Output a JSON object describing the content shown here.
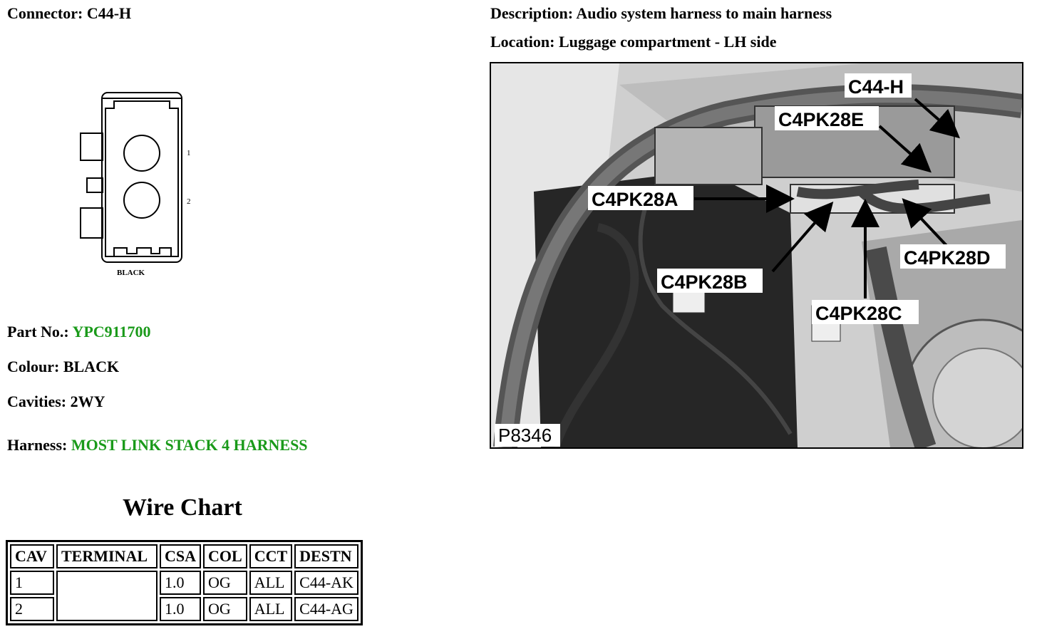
{
  "connector": {
    "label": "Connector:",
    "value": "C44-H"
  },
  "description": {
    "label": "Description:",
    "value": "Audio system harness to main harness"
  },
  "location": {
    "label": "Location:",
    "value": "Luggage compartment - LH side"
  },
  "diagram": {
    "color_label": "BLACK",
    "cavity_labels": [
      "1",
      "2"
    ]
  },
  "part": {
    "label": "Part No.:",
    "value": "YPC911700"
  },
  "colour": {
    "label": "Colour:",
    "value": "BLACK"
  },
  "cavities": {
    "label": "Cavities:",
    "value": "2WY"
  },
  "harness": {
    "label": "Harness:",
    "value": "MOST LINK STACK 4 HARNESS"
  },
  "colors": {
    "accent_green": "#1a9a1a"
  },
  "wire_chart": {
    "title": "Wire Chart",
    "headers": [
      "CAV",
      "TERMINAL",
      "CSA",
      "COL",
      "CCT",
      "DESTN"
    ],
    "rows": [
      {
        "cav": "1",
        "terminal": "",
        "csa": "1.0",
        "col": "OG",
        "cct": "ALL",
        "destn": "C44-AK"
      },
      {
        "cav": "2",
        "terminal": "",
        "csa": "1.0",
        "col": "OG",
        "cct": "ALL",
        "destn": "C44-AG"
      }
    ]
  },
  "photo": {
    "callouts": {
      "c44h": "C44-H",
      "c4pk28e": "C4PK28E",
      "c4pk28a": "C4PK28A",
      "c4pk28d": "C4PK28D",
      "c4pk28b": "C4PK28B",
      "c4pk28c": "C4PK28C"
    },
    "image_id": "P8346"
  }
}
